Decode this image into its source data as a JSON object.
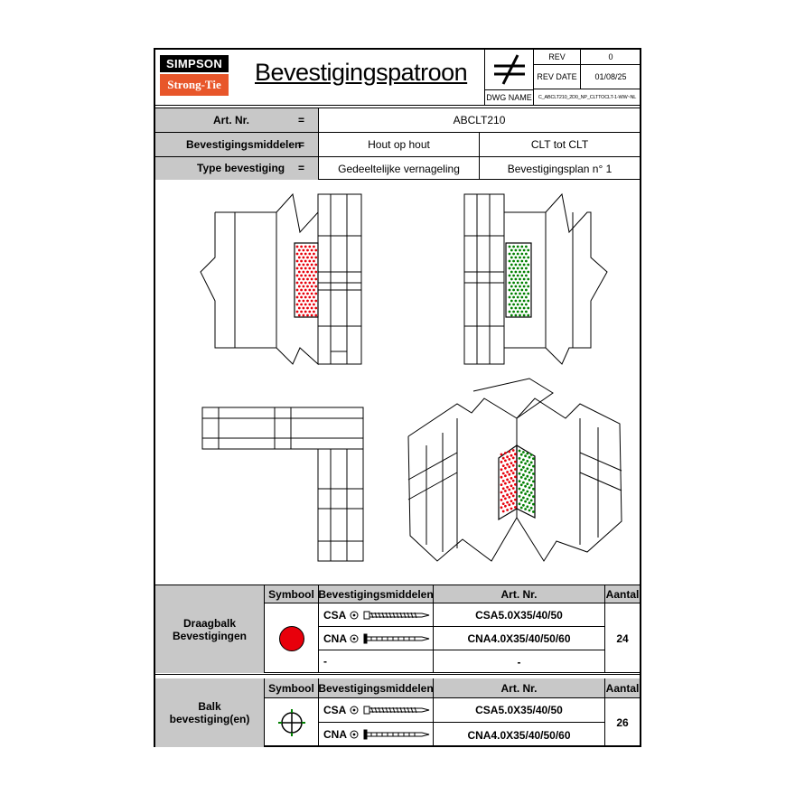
{
  "logo": {
    "top": "SIMPSON",
    "bottom": "Strong-Tie"
  },
  "title": "Bevestigingspatroon",
  "title_block": {
    "rev_label": "REV",
    "rev_value": "0",
    "rev_date_label": "REV DATE",
    "rev_date_value": "01/08/25",
    "dwg_name_label": "DWG NAME",
    "dwg_name_value": "C_ABCLT210_2D0_NP_CLTTOCLT-1-WW~NL"
  },
  "info": {
    "art_nr_label": "Art. Nr.",
    "art_nr_value": "ABCLT210",
    "means_label": "Bevestigingsmiddelen",
    "means_value_1": "Hout op hout",
    "means_value_2": "CLT tot CLT",
    "type_label": "Type bevestiging",
    "type_value_1": "Gedeeltelijke vernageling",
    "type_value_2": "Bevestigingsplan n°  1",
    "eq": "="
  },
  "table1": {
    "group_label": "Draagbalk\nBevestigingen",
    "col_symbol": "Symbool",
    "col_means": "Bevestigingsmiddelen",
    "col_art": "Art. Nr.",
    "col_qty": "Aantal",
    "rows": [
      {
        "means": "CSA",
        "art": "CSA5.0X35/40/50"
      },
      {
        "means": "CNA",
        "art": "CNA4.0X35/40/50/60"
      },
      {
        "means": "-",
        "art": "-"
      }
    ],
    "qty": "24",
    "symbol_color": "#e8000b"
  },
  "table2": {
    "group_label": "Balk\nbevestiging(en)",
    "col_symbol": "Symbool",
    "col_means": "Bevestigingsmiddelen",
    "col_art": "Art. Nr.",
    "col_qty": "Aantal",
    "rows": [
      {
        "means": "CSA",
        "art": "CSA5.0X35/40/50"
      },
      {
        "means": "CNA",
        "art": "CNA4.0X35/40/50/60"
      }
    ],
    "qty": "26",
    "symbol_color": "#008000"
  },
  "colors": {
    "header_gray": "#c8c8c8",
    "brand_orange": "#e8562a",
    "red_nails": "#e8000b",
    "green_nails": "#008000"
  }
}
